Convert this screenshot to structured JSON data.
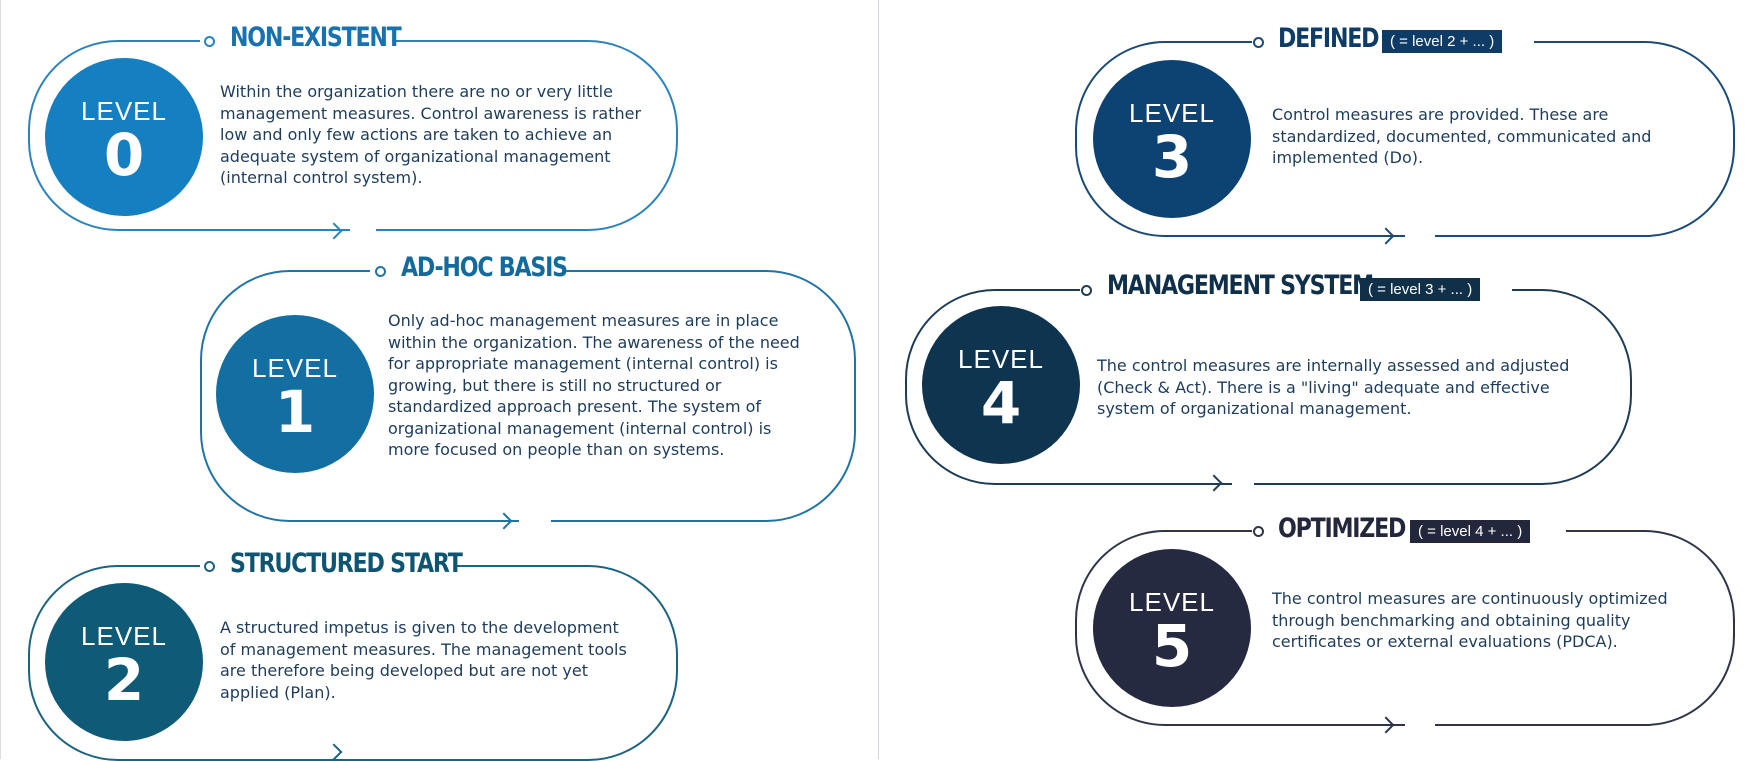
{
  "levels": [
    {
      "title": "NON-EXISTENT",
      "level_label": "LEVEL",
      "number": "0",
      "tag": "",
      "description": "Within the organization there are no or very little management measures. Control awareness is rather low and only few actions are taken to achieve an adequate system of organizational management (internal control system).",
      "badge_color": "#1580c1",
      "title_color": "#1872b0",
      "line_color": "#2a83bf"
    },
    {
      "title": "AD-HOC BASIS",
      "level_label": "LEVEL",
      "number": "1",
      "tag": "",
      "description": "Only ad-hoc management measures are in place within the organization. The awareness of the need for appropriate management (internal control) is growing, but there is still no structured or standardized approach present. The system of organizational management (internal control) is more focused on people than on systems.",
      "badge_color": "#136fa2",
      "title_color": "#136a9c",
      "line_color": "#1f73a5"
    },
    {
      "title": "STRUCTURED START",
      "level_label": "LEVEL",
      "number": "2",
      "tag": "",
      "description": "A structured impetus is given to the development of management measures. The management tools are therefore being developed but are not yet applied (Plan).",
      "badge_color": "#0f5a77",
      "title_color": "#0f5572",
      "line_color": "#1a6382"
    },
    {
      "title": "DEFINED",
      "level_label": "LEVEL",
      "number": "3",
      "tag": "( = level 2 + ... )",
      "description": "Control measures are provided. These are standardized, documented, communicated and implemented (Do).",
      "badge_color": "#0d4373",
      "title_color": "#0e3c67",
      "line_color": "#1a4a78"
    },
    {
      "title": "MANAGEMENT SYSTEM",
      "level_label": "LEVEL",
      "number": "4",
      "tag": "( = level 3 + ... )",
      "description": "The control measures are internally assessed and adjusted (Check & Act). There is a \"living\" adequate and effective system of organizational management.",
      "badge_color": "#0f344f",
      "title_color": "#102f49",
      "line_color": "#1d3d57"
    },
    {
      "title": "OPTIMIZED",
      "level_label": "LEVEL",
      "number": "5",
      "tag": "( = level 4 + ... )",
      "description": "The control measures are continuously optimized through benchmarking and obtaining quality certificates or external evaluations (PDCA).",
      "badge_color": "#262a40",
      "title_color": "#23273c",
      "line_color": "#2f3449"
    }
  ]
}
